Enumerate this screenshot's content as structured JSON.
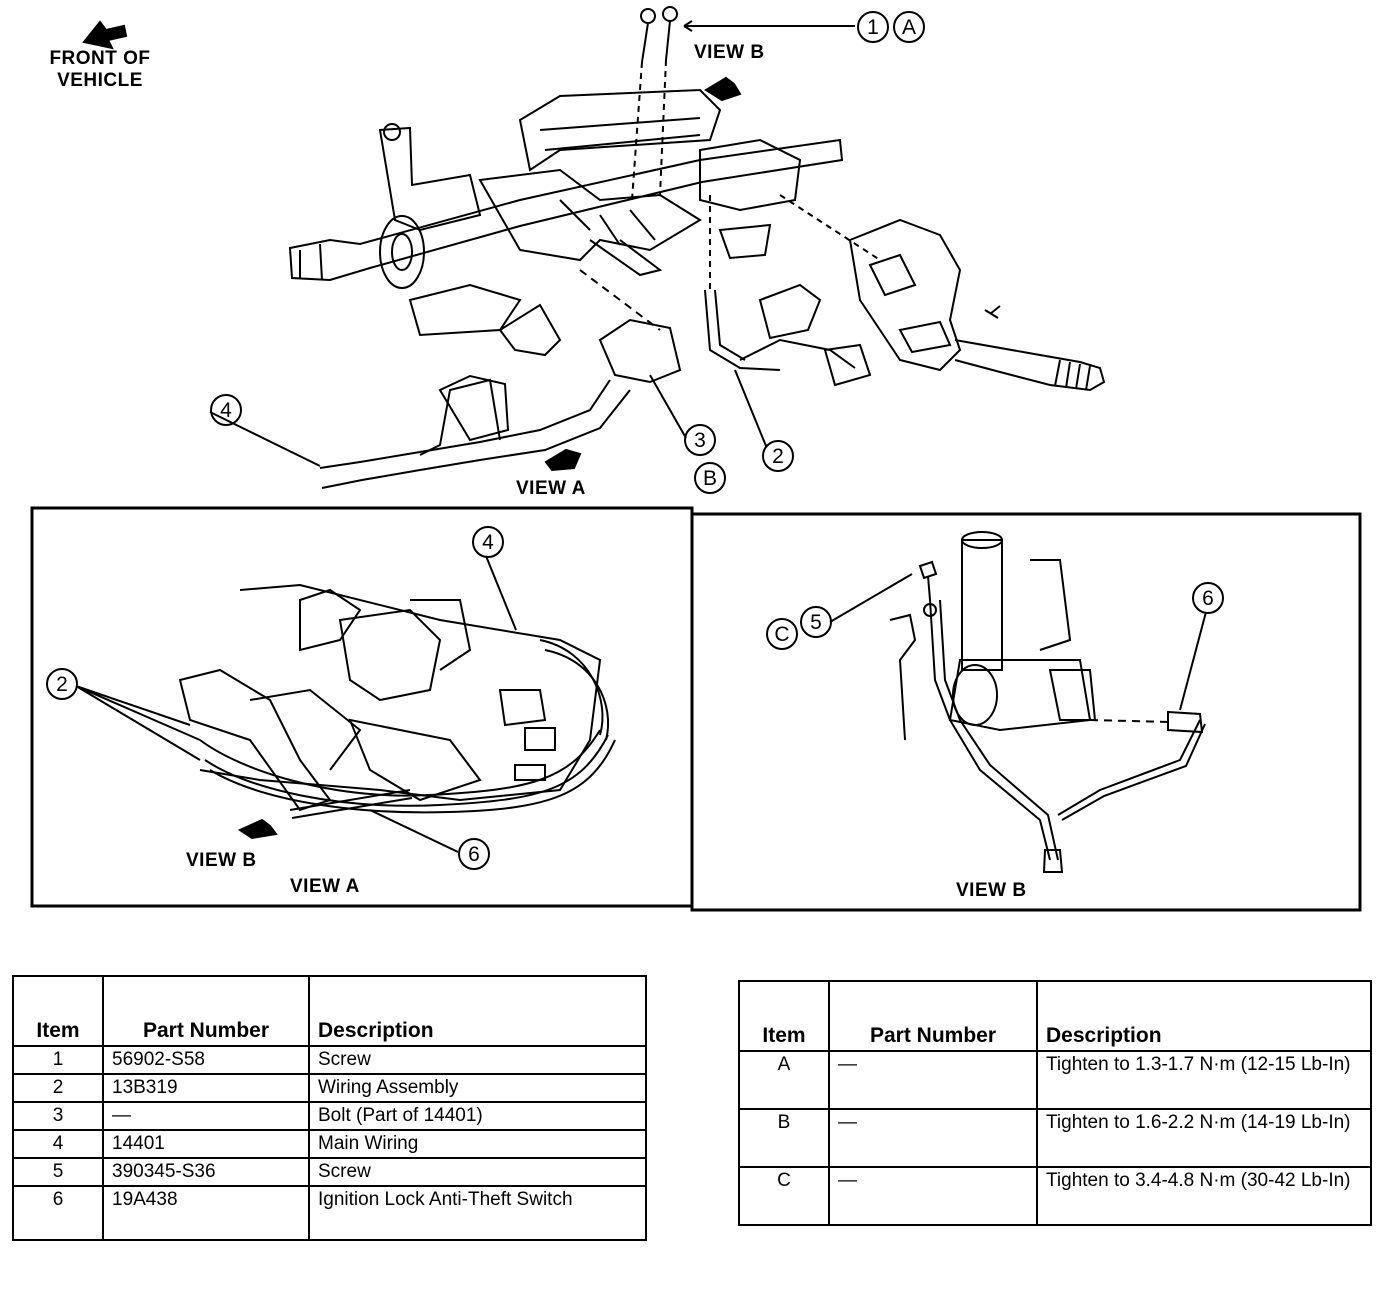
{
  "labels": {
    "front_of_vehicle": "FRONT OF VEHICLE",
    "view_a": "VIEW A",
    "view_b": "VIEW B"
  },
  "callouts": {
    "c1": "1",
    "cA": "A",
    "c2": "2",
    "c3": "3",
    "cB": "B",
    "c4": "4",
    "c5": "5",
    "c6": "6",
    "cC": "C"
  },
  "parts_table": {
    "headers": {
      "item": "Item",
      "part_number": "Part Number",
      "description": "Description"
    },
    "rows": [
      {
        "item": "1",
        "part_number": "56902-S58",
        "description": "Screw"
      },
      {
        "item": "2",
        "part_number": "13B319",
        "description": "Wiring Assembly"
      },
      {
        "item": "3",
        "part_number": "—",
        "description": "Bolt (Part of 14401)"
      },
      {
        "item": "4",
        "part_number": "14401",
        "description": "Main Wiring"
      },
      {
        "item": "5",
        "part_number": "390345-S36",
        "description": "Screw"
      },
      {
        "item": "6",
        "part_number": "19A438",
        "description": "Ignition Lock Anti-Theft Switch"
      }
    ]
  },
  "torque_table": {
    "headers": {
      "item": "Item",
      "part_number": "Part Number",
      "description": "Description"
    },
    "rows": [
      {
        "item": "A",
        "part_number": "—",
        "description": "Tighten to 1.3-1.7 N·m (12-15 Lb-In)"
      },
      {
        "item": "B",
        "part_number": "—",
        "description": "Tighten to 1.6-2.2 N·m (14-19 Lb-In)"
      },
      {
        "item": "C",
        "part_number": "—",
        "description": "Tighten to 3.4-4.8 N·m (30-42 Lb-In)"
      }
    ]
  }
}
